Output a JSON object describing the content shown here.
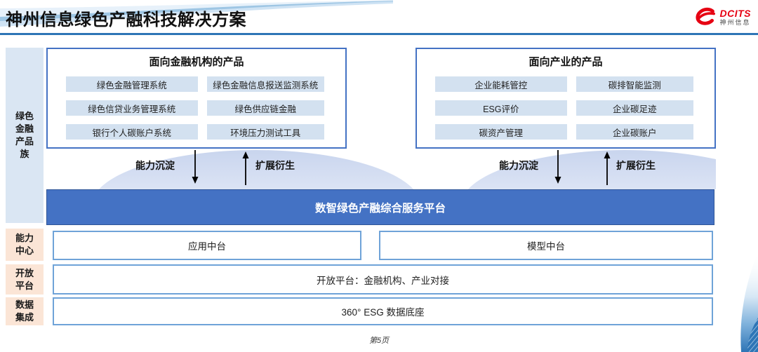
{
  "header": {
    "title": "神州信息绿色产融科技解决方案",
    "logo": {
      "brand": "DCITS",
      "brand_cn": "神州信息",
      "brand_color": "#e60012"
    }
  },
  "sidebar": {
    "product_family": "绿色金融产品族",
    "capability_center": "能力中心",
    "open_platform": "开放平台",
    "data_integration": "数据集成"
  },
  "finance_box": {
    "title": "面向金融机构的产品",
    "items": [
      "绿色金融管理系统",
      "绿色金融信息报送监测系统",
      "绿色信贷业务管理系统",
      "绿色供应链金融",
      "银行个人碳账户系统",
      "环境压力测试工具"
    ]
  },
  "industry_box": {
    "title": "面向产业的产品",
    "items": [
      "企业能耗管控",
      "碳排智能监测",
      "ESG评价",
      "企业碳足迹",
      "碳资产管理",
      "企业碳账户"
    ]
  },
  "flow": {
    "down_label": "能力沉淀",
    "up_label": "扩展衍生"
  },
  "platform_bar": {
    "label": "数智绿色产融综合服务平台"
  },
  "middle_platforms": {
    "app": "应用中台",
    "model": "模型中台"
  },
  "open_platform_row": {
    "label": "开放平台：金融机构、产业对接"
  },
  "data_base_row": {
    "label": "360° ESG 数据底座"
  },
  "footer": {
    "page": "第5页"
  },
  "colors": {
    "accent_blue": "#4472c4",
    "chip_blue": "#d3e1f0",
    "sidebar_blue": "#dae6f3",
    "sidebar_peach": "#fbe5d6",
    "light_border_blue": "#6fa3d8",
    "header_line_blue": "#2e75b6"
  }
}
